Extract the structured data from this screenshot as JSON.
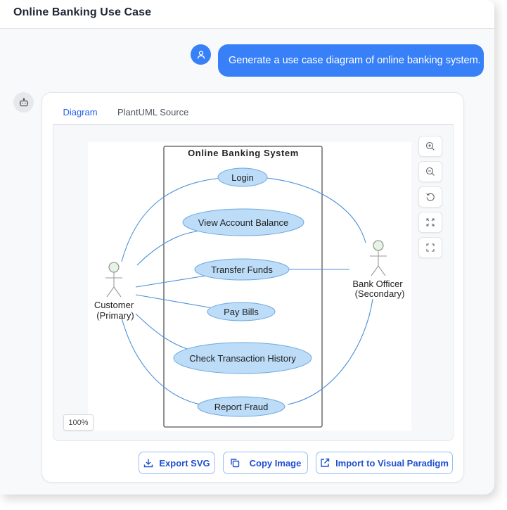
{
  "header": {
    "title": "Online Banking Use Case"
  },
  "chat": {
    "user_message": "Generate a use case diagram of online banking system.",
    "user_avatar_icon": "user-icon",
    "bot_avatar_icon": "robot-icon"
  },
  "tabs": [
    {
      "label": "Diagram",
      "active": true
    },
    {
      "label": "PlantUML Source",
      "active": false
    }
  ],
  "viewer": {
    "zoom_level": "100%",
    "tools": [
      {
        "name": "zoom-in",
        "icon": "zoom-in-icon"
      },
      {
        "name": "zoom-out",
        "icon": "zoom-out-icon"
      },
      {
        "name": "reset",
        "icon": "rotate-ccw-icon"
      },
      {
        "name": "fit",
        "icon": "fit-screen-icon"
      },
      {
        "name": "fullscreen",
        "icon": "fullscreen-icon"
      }
    ]
  },
  "diagram": {
    "system_name": "Online Banking System",
    "actors": [
      {
        "id": "customer",
        "line1": "Customer",
        "line2": "(Primary)"
      },
      {
        "id": "officer",
        "line1": "Bank Officer",
        "line2": "(Secondary)"
      }
    ],
    "use_cases": [
      {
        "id": "login",
        "label": "Login"
      },
      {
        "id": "balance",
        "label": "View Account Balance"
      },
      {
        "id": "transfer",
        "label": "Transfer Funds"
      },
      {
        "id": "bills",
        "label": "Pay Bills"
      },
      {
        "id": "history",
        "label": "Check Transaction History"
      },
      {
        "id": "fraud",
        "label": "Report Fraud"
      }
    ],
    "associations": [
      [
        "customer",
        "login"
      ],
      [
        "customer",
        "balance"
      ],
      [
        "customer",
        "transfer"
      ],
      [
        "customer",
        "bills"
      ],
      [
        "customer",
        "history"
      ],
      [
        "customer",
        "fraud"
      ],
      [
        "officer",
        "login"
      ],
      [
        "officer",
        "transfer"
      ],
      [
        "officer",
        "fraud"
      ]
    ],
    "colors": {
      "usecase_fill": "#bcdcf7",
      "usecase_stroke": "#6ea8de",
      "edge": "#4a90d9",
      "actor_head": "#e6f4e6",
      "boundary": "#555555"
    }
  },
  "actions": {
    "export_svg": "Export SVG",
    "copy_image": "Copy Image",
    "import_vp": "Import to Visual Paradigm"
  },
  "colors": {
    "accent": "#3880f7",
    "button_text": "#1f4fd1",
    "button_border": "#93c0f5"
  }
}
